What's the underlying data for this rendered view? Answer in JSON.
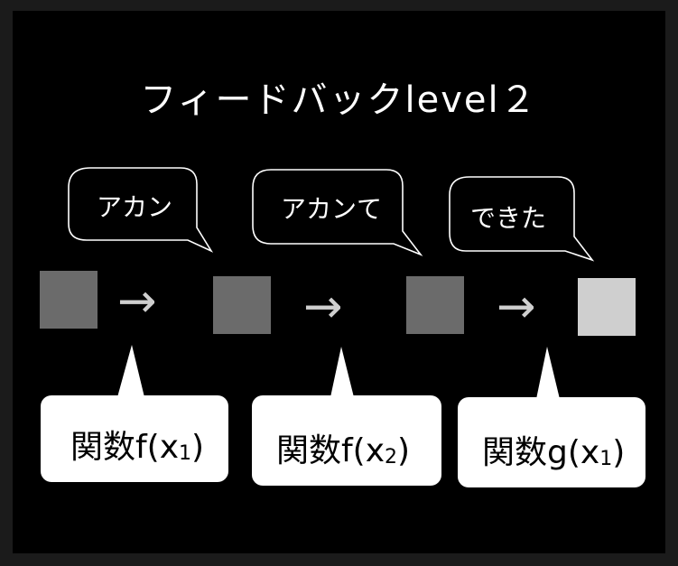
{
  "title": "フィードバックlevel２",
  "bubbles": [
    {
      "text": "アカン"
    },
    {
      "text": "アカンて"
    },
    {
      "text": "できた"
    }
  ],
  "arrow_glyph": "→",
  "squares": [
    {
      "shade": "dark",
      "color": "#6b6b6b"
    },
    {
      "shade": "dark",
      "color": "#6b6b6b"
    },
    {
      "shade": "dark",
      "color": "#6b6b6b"
    },
    {
      "shade": "light",
      "color": "#cfcfcf"
    }
  ],
  "functions": [
    {
      "prefix": "関数f(x",
      "sub": "1",
      "suffix": ")"
    },
    {
      "prefix": "関数f(x",
      "sub": "2",
      "suffix": ")"
    },
    {
      "prefix": "関数g(x",
      "sub": "1",
      "suffix": ")"
    }
  ]
}
